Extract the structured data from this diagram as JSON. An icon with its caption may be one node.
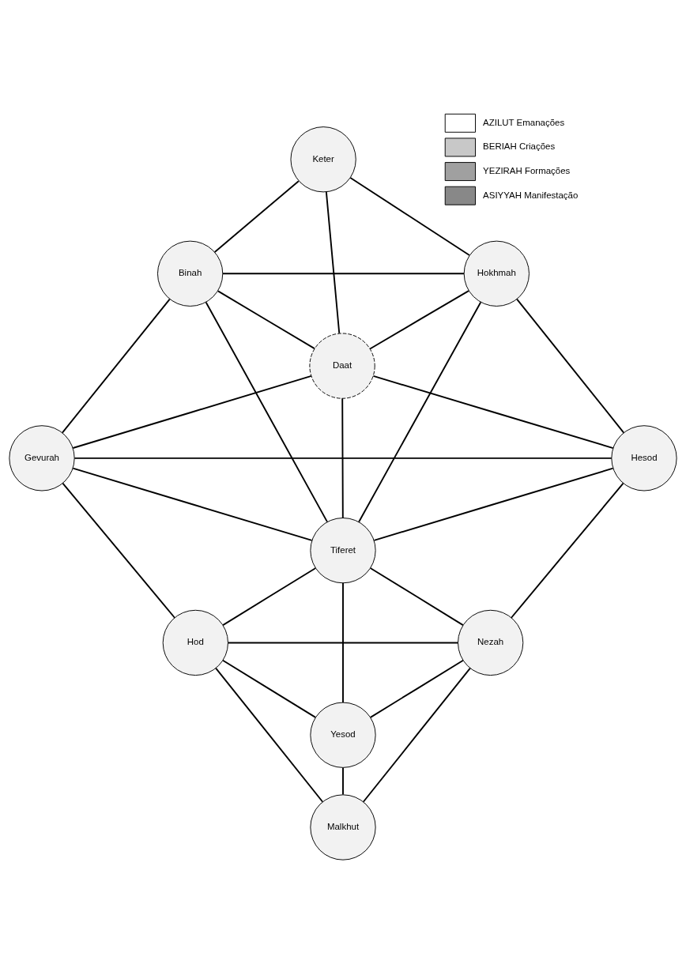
{
  "diagram": {
    "nodes": [
      {
        "text": [
          "Keter"
        ]
      },
      {
        "text": [
          "Binah"
        ]
      },
      {
        "text": [
          "Hokhmah"
        ]
      },
      {
        "text": [
          "Daat"
        ]
      },
      {
        "text": [
          "Gevurah"
        ]
      },
      {
        "text": [
          "Hesod"
        ]
      },
      {
        "text": [
          "Tiferet"
        ]
      },
      {
        "text": [
          "Hod"
        ]
      },
      {
        "text": [
          "Nezah"
        ]
      },
      {
        "text": [
          "Yesod"
        ]
      },
      {
        "text": [
          "Malkhut"
        ]
      }
    ],
    "edges": [
      {
        "from": 0,
        "to": 1,
        "arrow": "none"
      },
      {
        "from": 0,
        "to": 2,
        "arrow": "none"
      },
      {
        "from": 0,
        "to": 3,
        "arrow": "none"
      },
      {
        "from": 1,
        "to": 2,
        "arrow": "none"
      },
      {
        "from": 1,
        "to": 4,
        "arrow": "none"
      },
      {
        "from": 1,
        "to": 3,
        "arrow": "none"
      },
      {
        "from": 1,
        "to": 6,
        "arrow": "none"
      },
      {
        "from": 2,
        "to": 5,
        "arrow": "none"
      },
      {
        "from": 2,
        "to": 3,
        "arrow": "none"
      },
      {
        "from": 2,
        "to": 6,
        "arrow": "none"
      },
      {
        "from": 3,
        "to": 4,
        "arrow": "none"
      },
      {
        "from": 3,
        "to": 5,
        "arrow": "none"
      },
      {
        "from": 3,
        "to": 6,
        "arrow": "none"
      },
      {
        "from": 4,
        "to": 5,
        "arrow": "none"
      },
      {
        "from": 4,
        "to": 6,
        "arrow": "none"
      },
      {
        "from": 5,
        "to": 6,
        "arrow": "none"
      },
      {
        "from": 4,
        "to": 7,
        "arrow": "none"
      },
      {
        "from": 5,
        "to": 8,
        "arrow": "none"
      },
      {
        "from": 6,
        "to": 7,
        "arrow": "none"
      },
      {
        "from": 6,
        "to": 8,
        "arrow": "none"
      },
      {
        "from": 6,
        "to": 9,
        "arrow": "none"
      },
      {
        "from": 7,
        "to": 8,
        "arrow": "none"
      },
      {
        "from": 7,
        "to": 9,
        "arrow": "none"
      },
      {
        "from": 8,
        "to": 9,
        "arrow": "none"
      },
      {
        "from": 7,
        "to": 10,
        "arrow": "none"
      },
      {
        "from": 8,
        "to": 10,
        "arrow": "none"
      },
      {
        "from": 9,
        "to": 10,
        "arrow": "none"
      }
    ],
    "legend": [
      {
        "text": "AZILUT Emanações",
        "color": "#ffffff"
      },
      {
        "text": "BERIAH Criações",
        "color": "#c8c8c8"
      },
      {
        "text": "YEZIRAH Formações",
        "color": "#a0a0a0"
      },
      {
        "text": "ASIYYAH Manifestação",
        "color": "#888888"
      }
    ]
  }
}
